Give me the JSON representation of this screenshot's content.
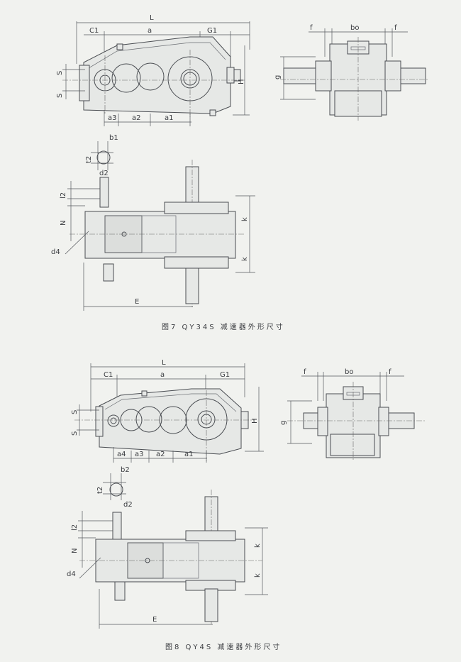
{
  "fig7": {
    "caption": "图7  QY34S 减速器外形尺寸",
    "labels": {
      "L": "L",
      "C1": "C1",
      "a": "a",
      "G1": "G1",
      "S": "S",
      "H": "H",
      "a3": "a3",
      "a2": "a2",
      "a1": "a1",
      "f_left": "f",
      "bo": "bo",
      "f_right": "f",
      "g": "g",
      "b1": "b1",
      "t2": "t2",
      "d2": "d2",
      "l2": "l2",
      "N": "N",
      "d4": "d4",
      "k_top": "k",
      "k_bottom": "k",
      "E": "E"
    }
  },
  "fig8": {
    "caption": "图8  QY4S 减速器外形尺寸",
    "labels": {
      "L": "L",
      "C1": "C1",
      "a": "a",
      "G1": "G1",
      "S": "S",
      "H": "H",
      "a4": "a4",
      "a3": "a3",
      "a2": "a2",
      "a1": "a1",
      "f_left": "f",
      "bo": "bo",
      "f_right": "f",
      "g": "g",
      "b2": "b2",
      "t2": "t2",
      "d2": "d2",
      "l2": "l2",
      "N": "N",
      "d4": "d4",
      "k_top": "k",
      "k_bottom": "k",
      "E": "E"
    }
  }
}
